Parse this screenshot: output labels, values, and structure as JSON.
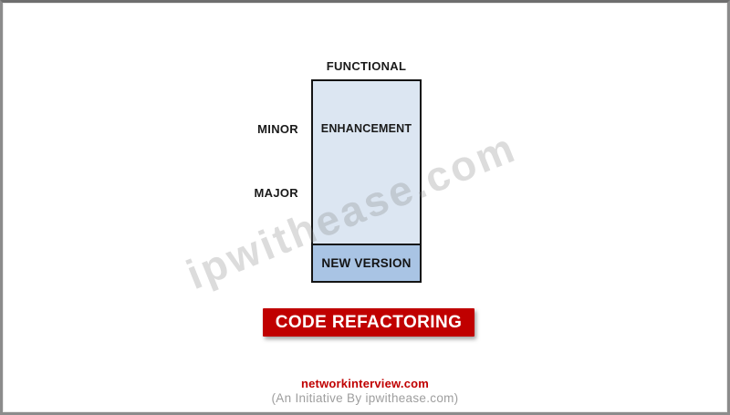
{
  "diagram": {
    "functional_label": "FUNCTIONAL",
    "minor_label": "MINOR",
    "major_label": "MAJOR",
    "enhancement_label": "ENHANCEMENT",
    "new_version_label": "NEW VERSION",
    "banner_title": "CODE REFACTORING"
  },
  "watermark_text": "ipwithease.com",
  "footer": {
    "site": "networkinterview.com",
    "tagline": "(An Initiative By ipwithease.com)"
  },
  "colors": {
    "banner_red": "#c00000",
    "box_light_blue": "#dce6f2",
    "box_medium_blue": "#a9c4e4",
    "box_border_black": "#141414",
    "footer_site_red": "#c00000",
    "footer_tagline_gray": "#9e9e9e",
    "watermark_gray": "#d9d9d9",
    "frame_border_gray": "#8c8c8c"
  }
}
